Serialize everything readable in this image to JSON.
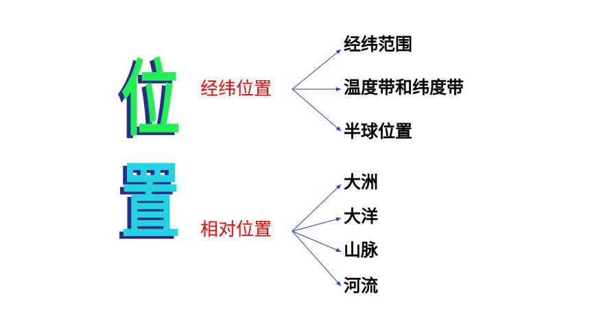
{
  "title_chars": [
    "位",
    "置"
  ],
  "branches": [
    {
      "label": "经纬位置",
      "children": [
        "经纬范围",
        "温度带和纬度带",
        "半球位置"
      ]
    },
    {
      "label": "相对位置",
      "children": [
        "大洲",
        "大洋",
        "山脉",
        "河流"
      ]
    }
  ],
  "colors": {
    "title_top": "#22ee55",
    "title_bottom": "#22d4e0",
    "title_shadow": "#2b2b8c",
    "branch_text": "#ff0000",
    "leaf_text": "#000000",
    "arrow": "#1f3fbf"
  }
}
